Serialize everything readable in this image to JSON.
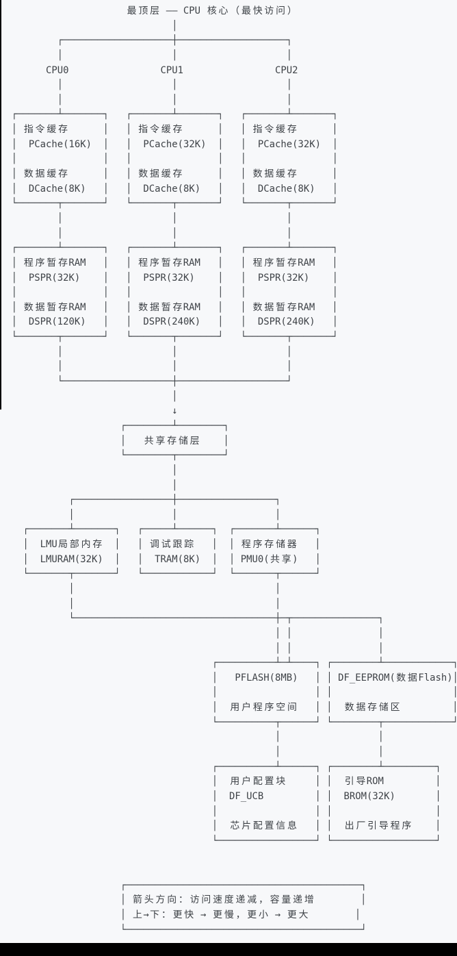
{
  "colors": {
    "background": "#f7f8fa",
    "ink": "#3e4247",
    "screen_edge": "#000000"
  },
  "hierarchy": {
    "title": "最顶层 — CPU 核心（最快访问）",
    "cpus": [
      {
        "name": "CPU0",
        "cache_box": [
          "指令缓存",
          "PCache(16K)",
          "数据缓存",
          "DCache(8K)"
        ],
        "scratchpad_box": [
          "程序暂存RAM",
          "PSPR(32K)",
          "数据暂存RAM",
          "DSPR(120K)"
        ]
      },
      {
        "name": "CPU1",
        "cache_box": [
          "指令缓存",
          "PCache(32K)",
          "数据缓存",
          "DCache(8K)"
        ],
        "scratchpad_box": [
          "程序暂存RAM",
          "PSPR(32K)",
          "数据暂存RAM",
          "DSPR(240K)"
        ]
      },
      {
        "name": "CPU2",
        "cache_box": [
          "指令缓存",
          "PCache(32K)",
          "数据缓存",
          "DCache(8K)"
        ],
        "scratchpad_box": [
          "程序暂存RAM",
          "PSPR(32K)",
          "数据暂存RAM",
          "DSPR(240K)"
        ]
      }
    ],
    "shared_layer": "共享存储层",
    "down_arrow_icon": "↓",
    "shared_blocks": [
      [
        "LMU局部内存",
        "LMURAM(32K)"
      ],
      [
        "调试跟踪",
        "TRAM(8K)"
      ],
      [
        "程序存储器",
        "PMU0(共享)"
      ]
    ],
    "flash_blocks": [
      [
        "PFLASH(8MB)",
        "用户程序空间"
      ],
      [
        "DF_EEPROM(数据Flash)",
        "数据存储区"
      ]
    ],
    "boot_blocks": [
      [
        "用户配置块",
        "DF_UCB",
        "芯片配置信息"
      ],
      [
        "引导ROM",
        "BROM(32K)",
        "出厂引导程序"
      ]
    ],
    "legend": [
      "箭头方向：访问速度递减，容量递增",
      "上→下：更快 → 更慢，更小 → 更大"
    ]
  },
  "diagram": {
    "lines": [
      "                      最顶层 —— CPU 核心（最快访问）",
      "                              │",
      "          ┌───────────────────┼───────────────────┐",
      "          │                   │                   │",
      "        CPU0                CPU1                CPU2",
      "          │                   │                   │",
      "          │                   │                   │",
      "  ┌───────┴───────┐   ┌───────┴───────┐   ┌───────┴───────┐",
      "  │ 指令缓存      │   │ 指令缓存      │   │ 指令缓存      │",
      "  │  PCache(16K)  │   │  PCache(32K)  │   │  PCache(32K)  │",
      "  │               │   │               │   │               │",
      "  │ 数据缓存      │   │ 数据缓存      │   │ 数据缓存      │",
      "  │  DCache(8K)   │   │  DCache(8K)   │   │  DCache(8K)   │",
      "  └───────┬───────┘   └───────┬───────┘   └───────┬───────┘",
      "          │                   │                   │",
      "          │                   │                   │",
      "  ┌───────┴───────┐   ┌───────┴───────┐   ┌───────┴───────┐",
      "  │ 程序暂存RAM   │   │ 程序暂存RAM   │   │ 程序暂存RAM   │",
      "  │  PSPR(32K)    │   │  PSPR(32K)    │   │  PSPR(32K)    │",
      "  │               │   │               │   │               │",
      "  │ 数据暂存RAM   │   │ 数据暂存RAM   │   │ 数据暂存RAM   │",
      "  │  DSPR(120K)   │   │  DSPR(240K)   │   │  DSPR(240K)   │",
      "  └───────┬───────┘   └───────┬───────┘   └───────┬───────┘",
      "          │                   │                   │",
      "          │                   │                   │",
      "          └───────────────────┼───────────────────┘",
      "                              │",
      "                              ↓",
      "                     ┌────────┴────────┐",
      "                     │   共享存储层    │",
      "                     └────────┬────────┘",
      "                              │",
      "                              │",
      "            ┌─────────────────┼─────────────────┐",
      "            │                 │                 │",
      "    ┌───────┴───────┐   ┌─────┴──────┐  ┌───────┴──────┐",
      "    │  LMU局部内存  │   │ 调试跟踪   │  │ 程序存储器   │",
      "    │  LMURAM(32K)  │   │  TRAM(8K)  │  │ PMU0(共享)   │",
      "    └───────┬───────┘   └────────────┘  └───────┬──────┘",
      "            │                                   │",
      "            │                                   │",
      "            └───────────────────────────────────┼─┬───────────────┐",
      "                                                │ │               │",
      "                                                │ │               │",
      "                                     ┌──────────┴─┴────┐ ┌────────┴────────────┐",
      "                                     │   PFLASH(8MB)   │ │ DF_EEPROM(数据Flash)│",
      "                                     │                 │ │                     │",
      "                                     │  用户程序空间   │ │  数据存储区         │",
      "                                     └──────────┬──────┘ └────────┬────────────┘",
      "                                                │                 │",
      "                                                │                 │",
      "                                     ┌──────────┴──────┐ ┌────────┴─────────┐",
      "                                     │  用户配置块     │ │  引导ROM         │",
      "                                     │  DF_UCB         │ │  BROM(32K)       │",
      "                                     │                 │ │                  │",
      "                                     │  芯片配置信息   │ │  出厂引导程序    │",
      "                                     └─────────────────┘ └──────────────────┘",
      "",
      "",
      "                     ┌─────────────────────────────────────────┐",
      "                     │ 箭头方向：访问速度递减，容量递增        │",
      "                     │ 上→下：更快 → 更慢，更小 → 更大        │",
      "                     └─────────────────────────────────────────┘"
    ]
  }
}
